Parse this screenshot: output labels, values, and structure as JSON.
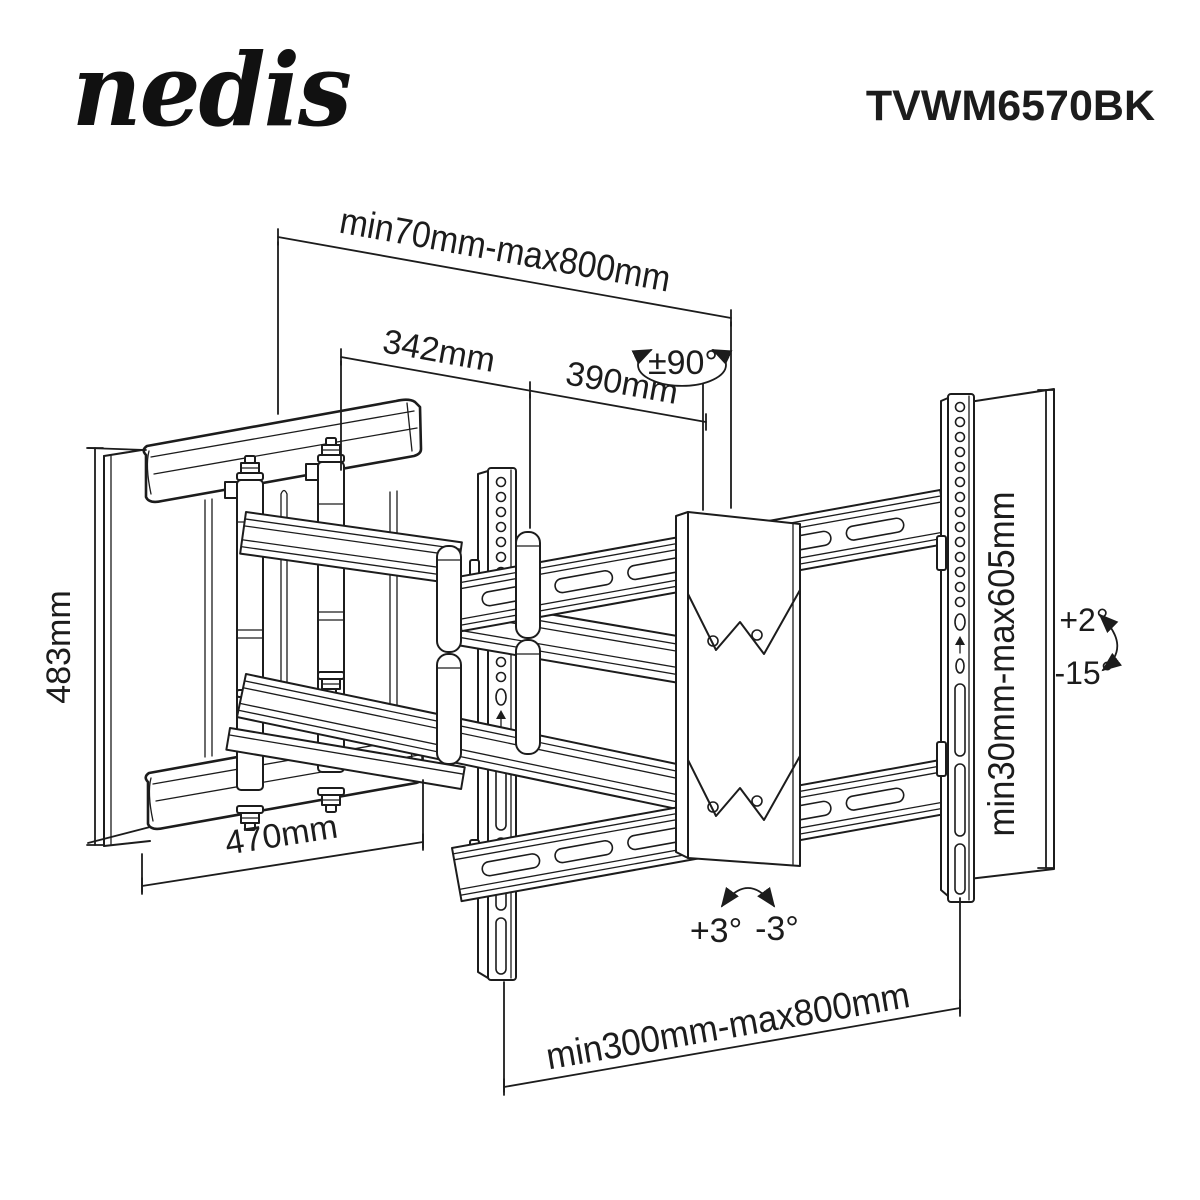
{
  "header": {
    "brand_logo": "nedis",
    "product_code": "TVWM6570BK"
  },
  "annotations": {
    "extension_span": "min70mm-max800mm",
    "arm_segment_front": "342mm",
    "arm_segment_rear": "390mm",
    "swivel_range": "±90°",
    "wall_bracket_height": "483mm",
    "wall_bracket_width": "470mm",
    "vertical_rail_span": "min30mm-max605mm",
    "tilt_up": "+2°",
    "tilt_down": "-15°",
    "level_adjust_left": "+3°",
    "level_adjust_right": "-3°",
    "tv_bracket_span": "min300mm-max800mm"
  },
  "colors": {
    "line": "#1c1c1c",
    "background": "#ffffff"
  }
}
